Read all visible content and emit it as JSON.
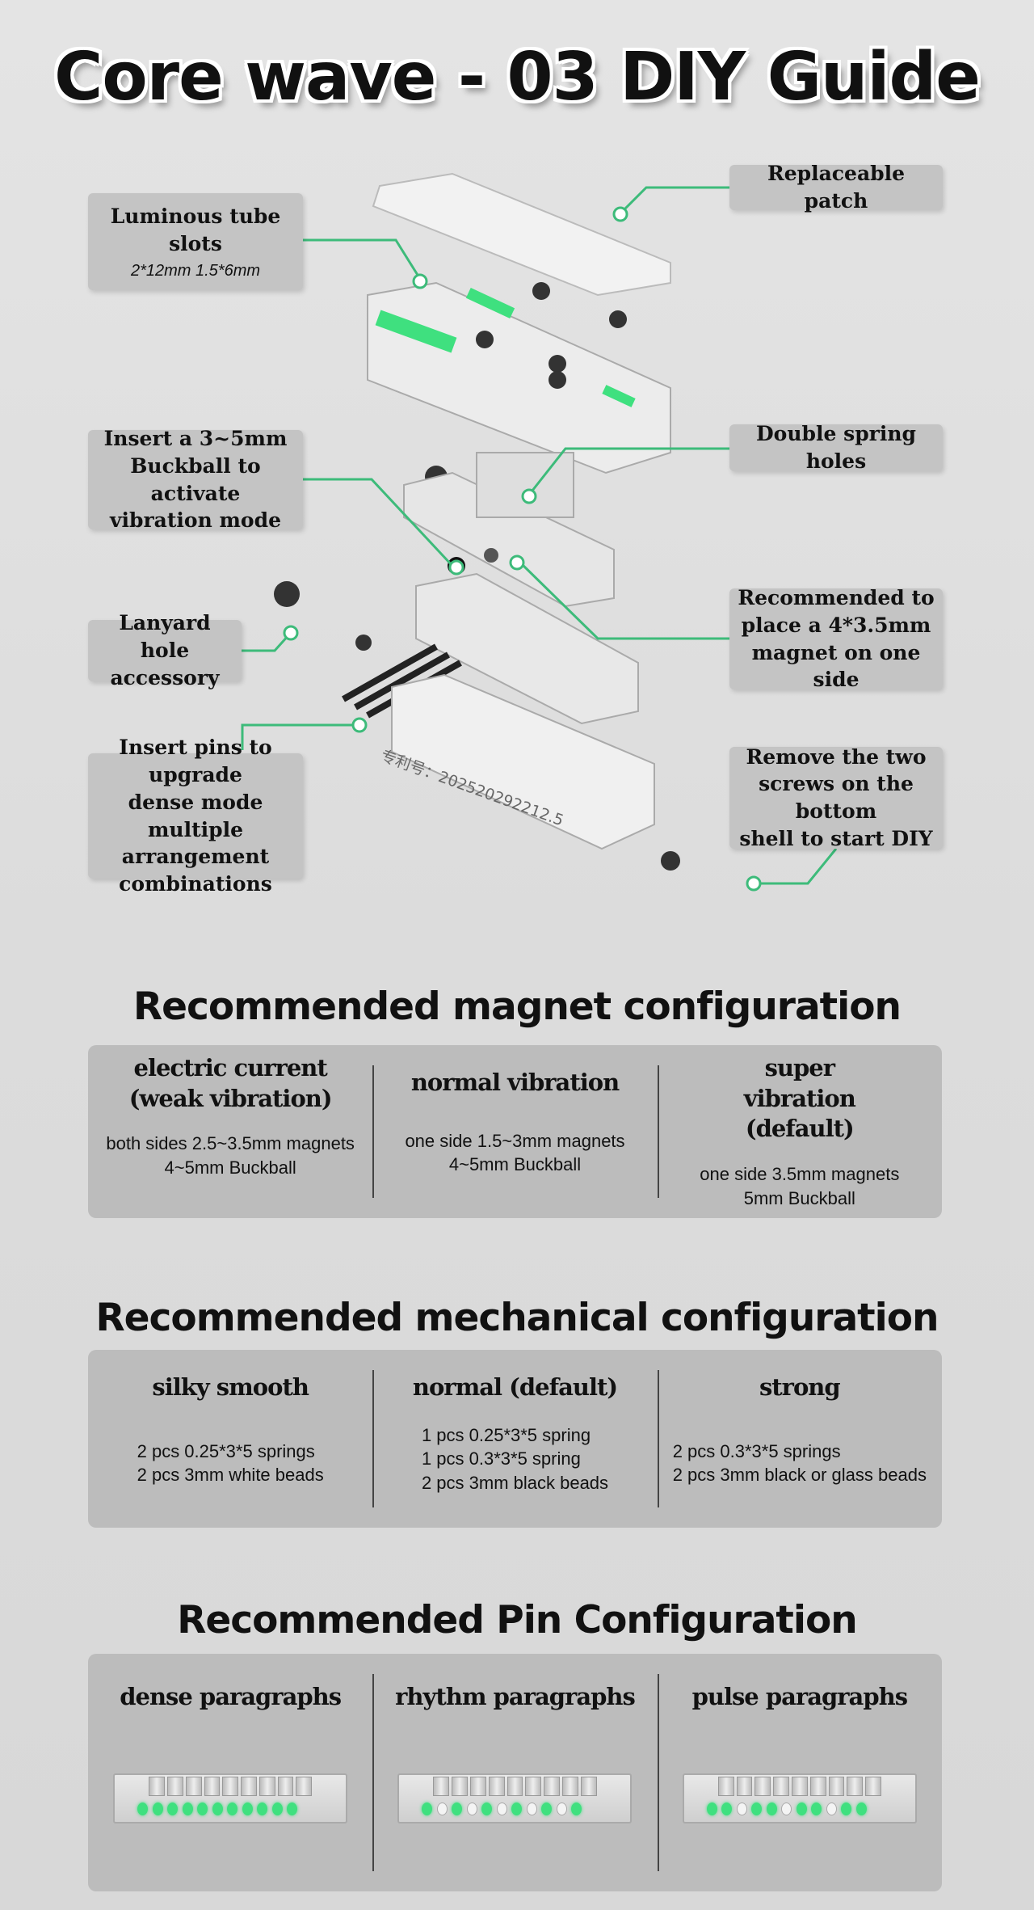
{
  "title": "Core wave - 03 DIY Guide",
  "callouts": {
    "luminous": {
      "title": "Luminous tube slots",
      "sub": "2*12mm  1.5*6mm"
    },
    "patch": "Replaceable patch",
    "buckball": [
      "Insert a 3~5mm",
      "Buckball to activate",
      "vibration mode"
    ],
    "spring": "Double spring holes",
    "magnet": [
      "Recommended to",
      "place a 4*3.5mm",
      "magnet on one side"
    ],
    "lanyard": [
      "Lanyard hole",
      "accessory"
    ],
    "pins": [
      "Insert pins to upgrade",
      "dense mode",
      "multiple arrangement",
      "combinations"
    ],
    "screws": [
      "Remove the two",
      "screws on the bottom",
      "shell to start DIY"
    ]
  },
  "patent": "专利号：202520292212.5",
  "accent": "#3dbb7a",
  "magnet_section": {
    "title": "Recommended magnet configuration",
    "cols": [
      {
        "head": "electric current (weak vibration)",
        "lines": [
          "both sides 2.5~3.5mm magnets",
          "4~5mm Buckball"
        ]
      },
      {
        "head": "normal vibration",
        "lines": [
          "one side 1.5~3mm magnets",
          "4~5mm Buckball"
        ]
      },
      {
        "head": "super vibration (default)",
        "lines": [
          "one side 3.5mm magnets",
          "5mm Buckball"
        ]
      }
    ]
  },
  "mech_section": {
    "title": "Recommended mechanical configuration",
    "cols": [
      {
        "head": "silky smooth",
        "lines": [
          "2 pcs 0.25*3*5 springs",
          "2 pcs 3mm white beads"
        ]
      },
      {
        "head": "normal (default)",
        "lines": [
          "1 pcs 0.25*3*5 spring",
          "1 pcs 0.3*3*5 spring",
          "2 pcs 3mm black beads"
        ]
      },
      {
        "head": "strong",
        "lines": [
          "2 pcs 0.3*3*5 springs",
          "2 pcs 3mm black or glass beads"
        ]
      }
    ]
  },
  "pin_section": {
    "title": "Recommended Pin Configuration",
    "cols": [
      {
        "head": "dense paragraphs",
        "pattern": "ggggggggggg"
      },
      {
        "head": "rhythm paragraphs",
        "pattern": "gwgwgwgwgwg"
      },
      {
        "head": "pulse paragraphs",
        "pattern": "ggwggwggwgg"
      }
    ]
  }
}
